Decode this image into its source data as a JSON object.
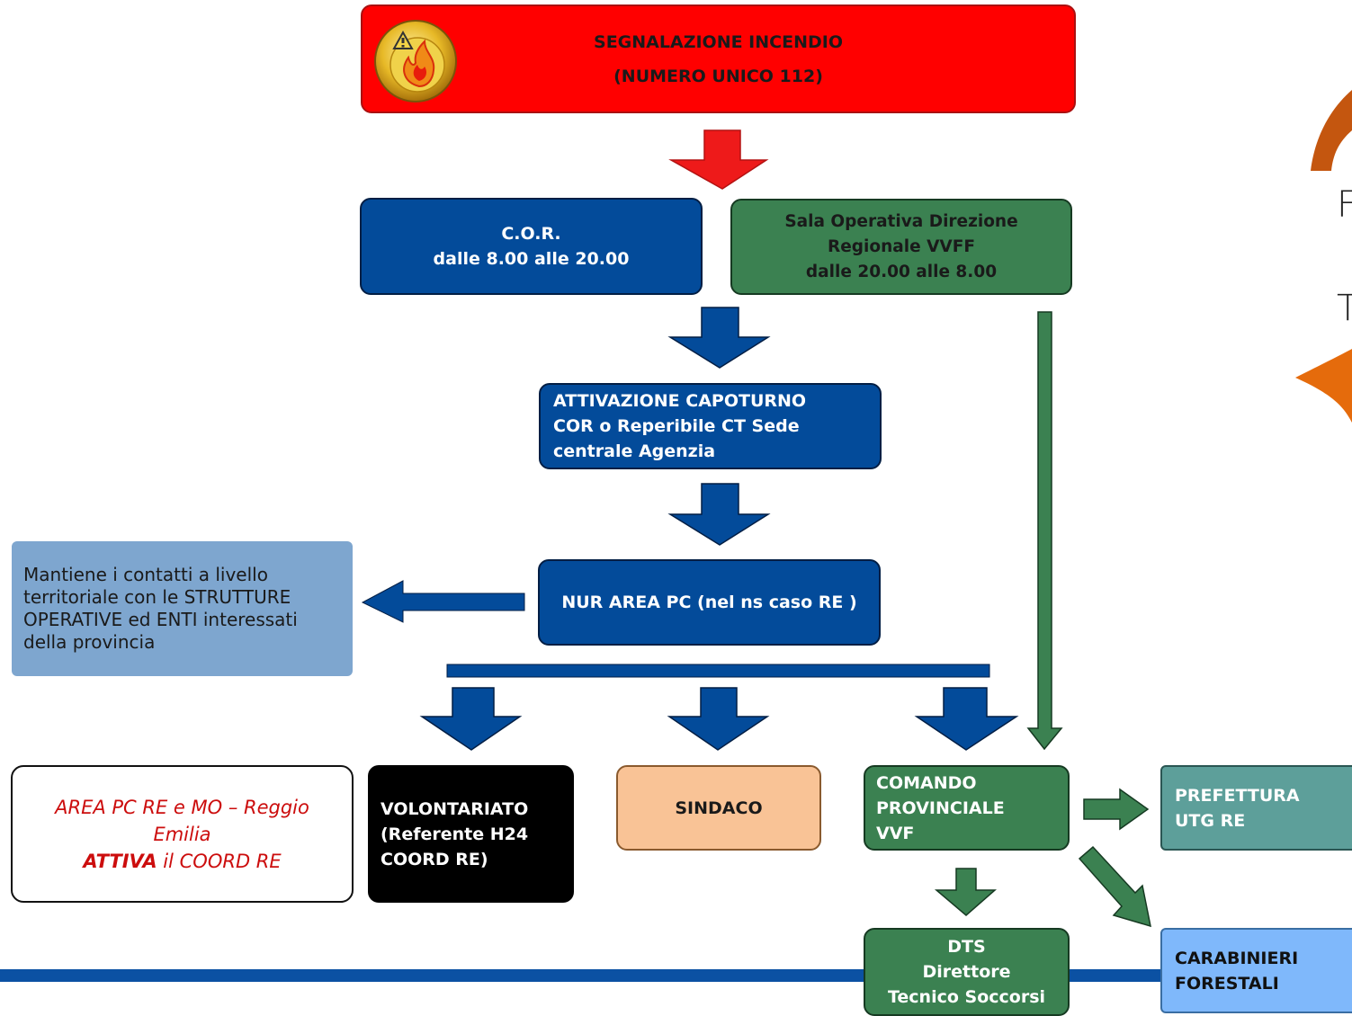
{
  "header": {
    "line1": "SEGNALAZIONE INCENDIO",
    "line2": "(NUMERO UNICO 112)"
  },
  "cor": {
    "line1": "C.O.R.",
    "line2": "dalle 8.00 alle 20.00"
  },
  "sala": {
    "line1": "Sala Operativa Direzione",
    "line2": "Regionale VVFF",
    "line3": "dalle 20.00 alle 8.00"
  },
  "attivazione": {
    "line1": "ATTIVAZIONE CAPOTURNO",
    "line2": "COR o Reperibile CT Sede",
    "line3": "centrale Agenzia"
  },
  "nur": {
    "label": "NUR AREA PC (nel ns caso RE )"
  },
  "note": {
    "line1": "Mantiene i contatti a livello",
    "line2": "territoriale con le STRUTTURE",
    "line3": "OPERATIVE ed ENTI interessati",
    "line4": "della provincia"
  },
  "area_pc": {
    "line1": "AREA PC RE e MO – Reggio",
    "line2": "Emilia",
    "line3_bold": "ATTIVA",
    "line3_rest": " il COORD RE"
  },
  "volontariato": {
    "line1": "VOLONTARIATO",
    "line2": "(Referente H24",
    "line3": "COORD RE)"
  },
  "sindaco": {
    "label": "SINDACO"
  },
  "comando": {
    "line1": "COMANDO",
    "line2": "PROVINCIALE",
    "line3": "VVF"
  },
  "prefettura": {
    "line1": "PREFETTURA",
    "line2": "UTG RE"
  },
  "dts": {
    "line1": "DTS",
    "line2": "Direttore",
    "line3": "Tecnico Soccorsi"
  },
  "carabinieri": {
    "line1": "CARABINIERI",
    "line2": "FORESTALI"
  },
  "edge_letters": {
    "a": "F",
    "b": "T"
  },
  "colors": {
    "red": "#ff0000",
    "blue": "#034b9a",
    "green": "#3b8151",
    "light_blue": "#7ea6cf",
    "peach": "#f9c396",
    "teal": "#5d9f9a",
    "sky": "#7fb8fb",
    "orange": "#e56b0c"
  },
  "icons": [
    "fire-warning-icon"
  ]
}
